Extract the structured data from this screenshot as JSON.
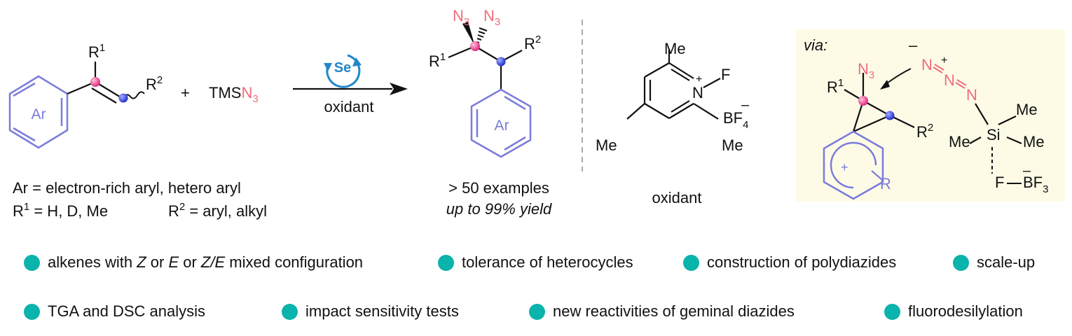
{
  "scheme": {
    "reactant": {
      "aryl_label": "Ar",
      "r1_label": "R",
      "r1_sup": "1",
      "r2_label": "R",
      "r2_sup": "2"
    },
    "plus": "+",
    "reagent": {
      "prefix": "TMS",
      "azide": "N",
      "azide_sub": "3"
    },
    "catalyst": "Se",
    "condition": "oxidant",
    "product": {
      "azide1": "N",
      "azide1_sub": "3",
      "azide2": "N",
      "azide2_sub": "3",
      "r1_label": "R",
      "r1_sup": "1",
      "r2_label": "R",
      "r2_sup": "2",
      "aryl_label": "Ar"
    },
    "scope_line1": "Ar = electron-rich aryl, hetero aryl",
    "scope_line2": {
      "r1_label": "R",
      "r1_sup": "1",
      "r1_text": " = H, D, Me",
      "r2_label": "R",
      "r2_sup": "2",
      "r2_text": " = aryl, alkyl"
    },
    "examples": "> 50 examples",
    "yield": "up to 99% yield",
    "oxidant_structure": {
      "me_top": "Me",
      "n_plus": "+",
      "n_atom": "N",
      "f_atom": "F",
      "bf4": "BF",
      "bf4_sub": "4",
      "bf4_charge": "–",
      "me_left": "Me",
      "me_right": "Me",
      "caption": "oxidant"
    },
    "intermediate": {
      "via": "via:",
      "minus": "–",
      "plus": "+",
      "n_a": "N",
      "n_b": "N",
      "n_c": "N",
      "azide": "N",
      "azide_sub": "3",
      "r1_label": "R",
      "r1_sup": "1",
      "r2_label": "R",
      "r2_sup": "2",
      "ring_plus": "+",
      "ring_r": "R",
      "me_top": "Me",
      "me_left": "Me",
      "me_right": "Me",
      "si": "Si",
      "f": "F",
      "bf3": "BF",
      "bf3_sub": "3",
      "bf_minus": "–"
    }
  },
  "features_row1": [
    {
      "pre": "alkenes with ",
      "i1": "Z",
      "m1": " or ",
      "i2": "E",
      "m2": " or ",
      "i3": "Z/E",
      "post": " mixed configuration"
    },
    {
      "text": "tolerance of heterocycles"
    },
    {
      "text": "construction of polydiazides"
    },
    {
      "text": "scale-up"
    }
  ],
  "features_row2": [
    {
      "text": "TGA and DSC analysis"
    },
    {
      "text": "impact sensitivity tests"
    },
    {
      "text": "new reactivities of geminal diazides"
    },
    {
      "text": "fluorodesilylation"
    }
  ],
  "colors": {
    "aryl_ring": "#7b7bdc",
    "azide": "#f06c7b",
    "catalyst_ring": "#2288c8",
    "pink_atom": "#ee2e88",
    "blue_atom": "#2530d8",
    "highlight_bg": "#fdfbe6",
    "bullet": "#0ab3ab"
  }
}
